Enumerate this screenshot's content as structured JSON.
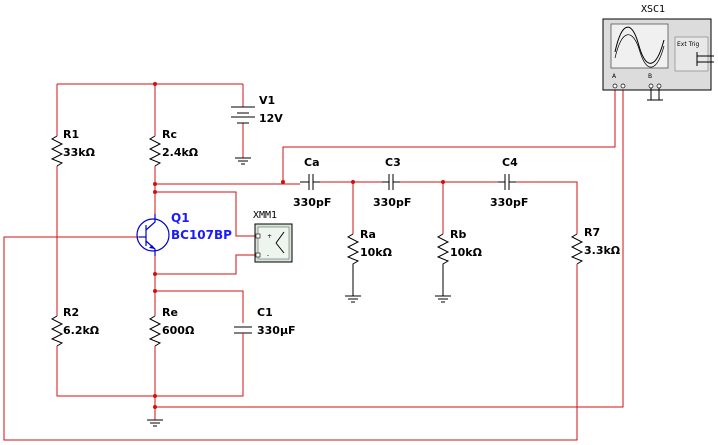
{
  "components": {
    "v1": {
      "ref": "V1",
      "value": "12V"
    },
    "r1": {
      "ref": "R1",
      "value": "33kΩ"
    },
    "rc": {
      "ref": "Rc",
      "value": "2.4kΩ"
    },
    "r2": {
      "ref": "R2",
      "value": "6.2kΩ"
    },
    "re": {
      "ref": "Re",
      "value": "600Ω"
    },
    "c1": {
      "ref": "C1",
      "value": "330μF"
    },
    "q1": {
      "ref": "Q1",
      "value": "BC107BP"
    },
    "ca": {
      "ref": "Ca",
      "value": "330pF"
    },
    "c3": {
      "ref": "C3",
      "value": "330pF"
    },
    "c4": {
      "ref": "C4",
      "value": "330pF"
    },
    "ra": {
      "ref": "Ra",
      "value": "10kΩ"
    },
    "rb": {
      "ref": "Rb",
      "value": "10kΩ"
    },
    "r7": {
      "ref": "R7",
      "value": "3.3kΩ"
    }
  },
  "instruments": {
    "xmm1": {
      "ref": "XMM1",
      "plus": "+",
      "minus": "-"
    },
    "xsc1": {
      "ref": "XSC1",
      "ch_a": "A",
      "ch_b": "B",
      "ext_trig": "Ext Trig"
    }
  },
  "colors": {
    "wire": "#d01010",
    "transistor": "#0000cc",
    "symbol": "#000000"
  }
}
